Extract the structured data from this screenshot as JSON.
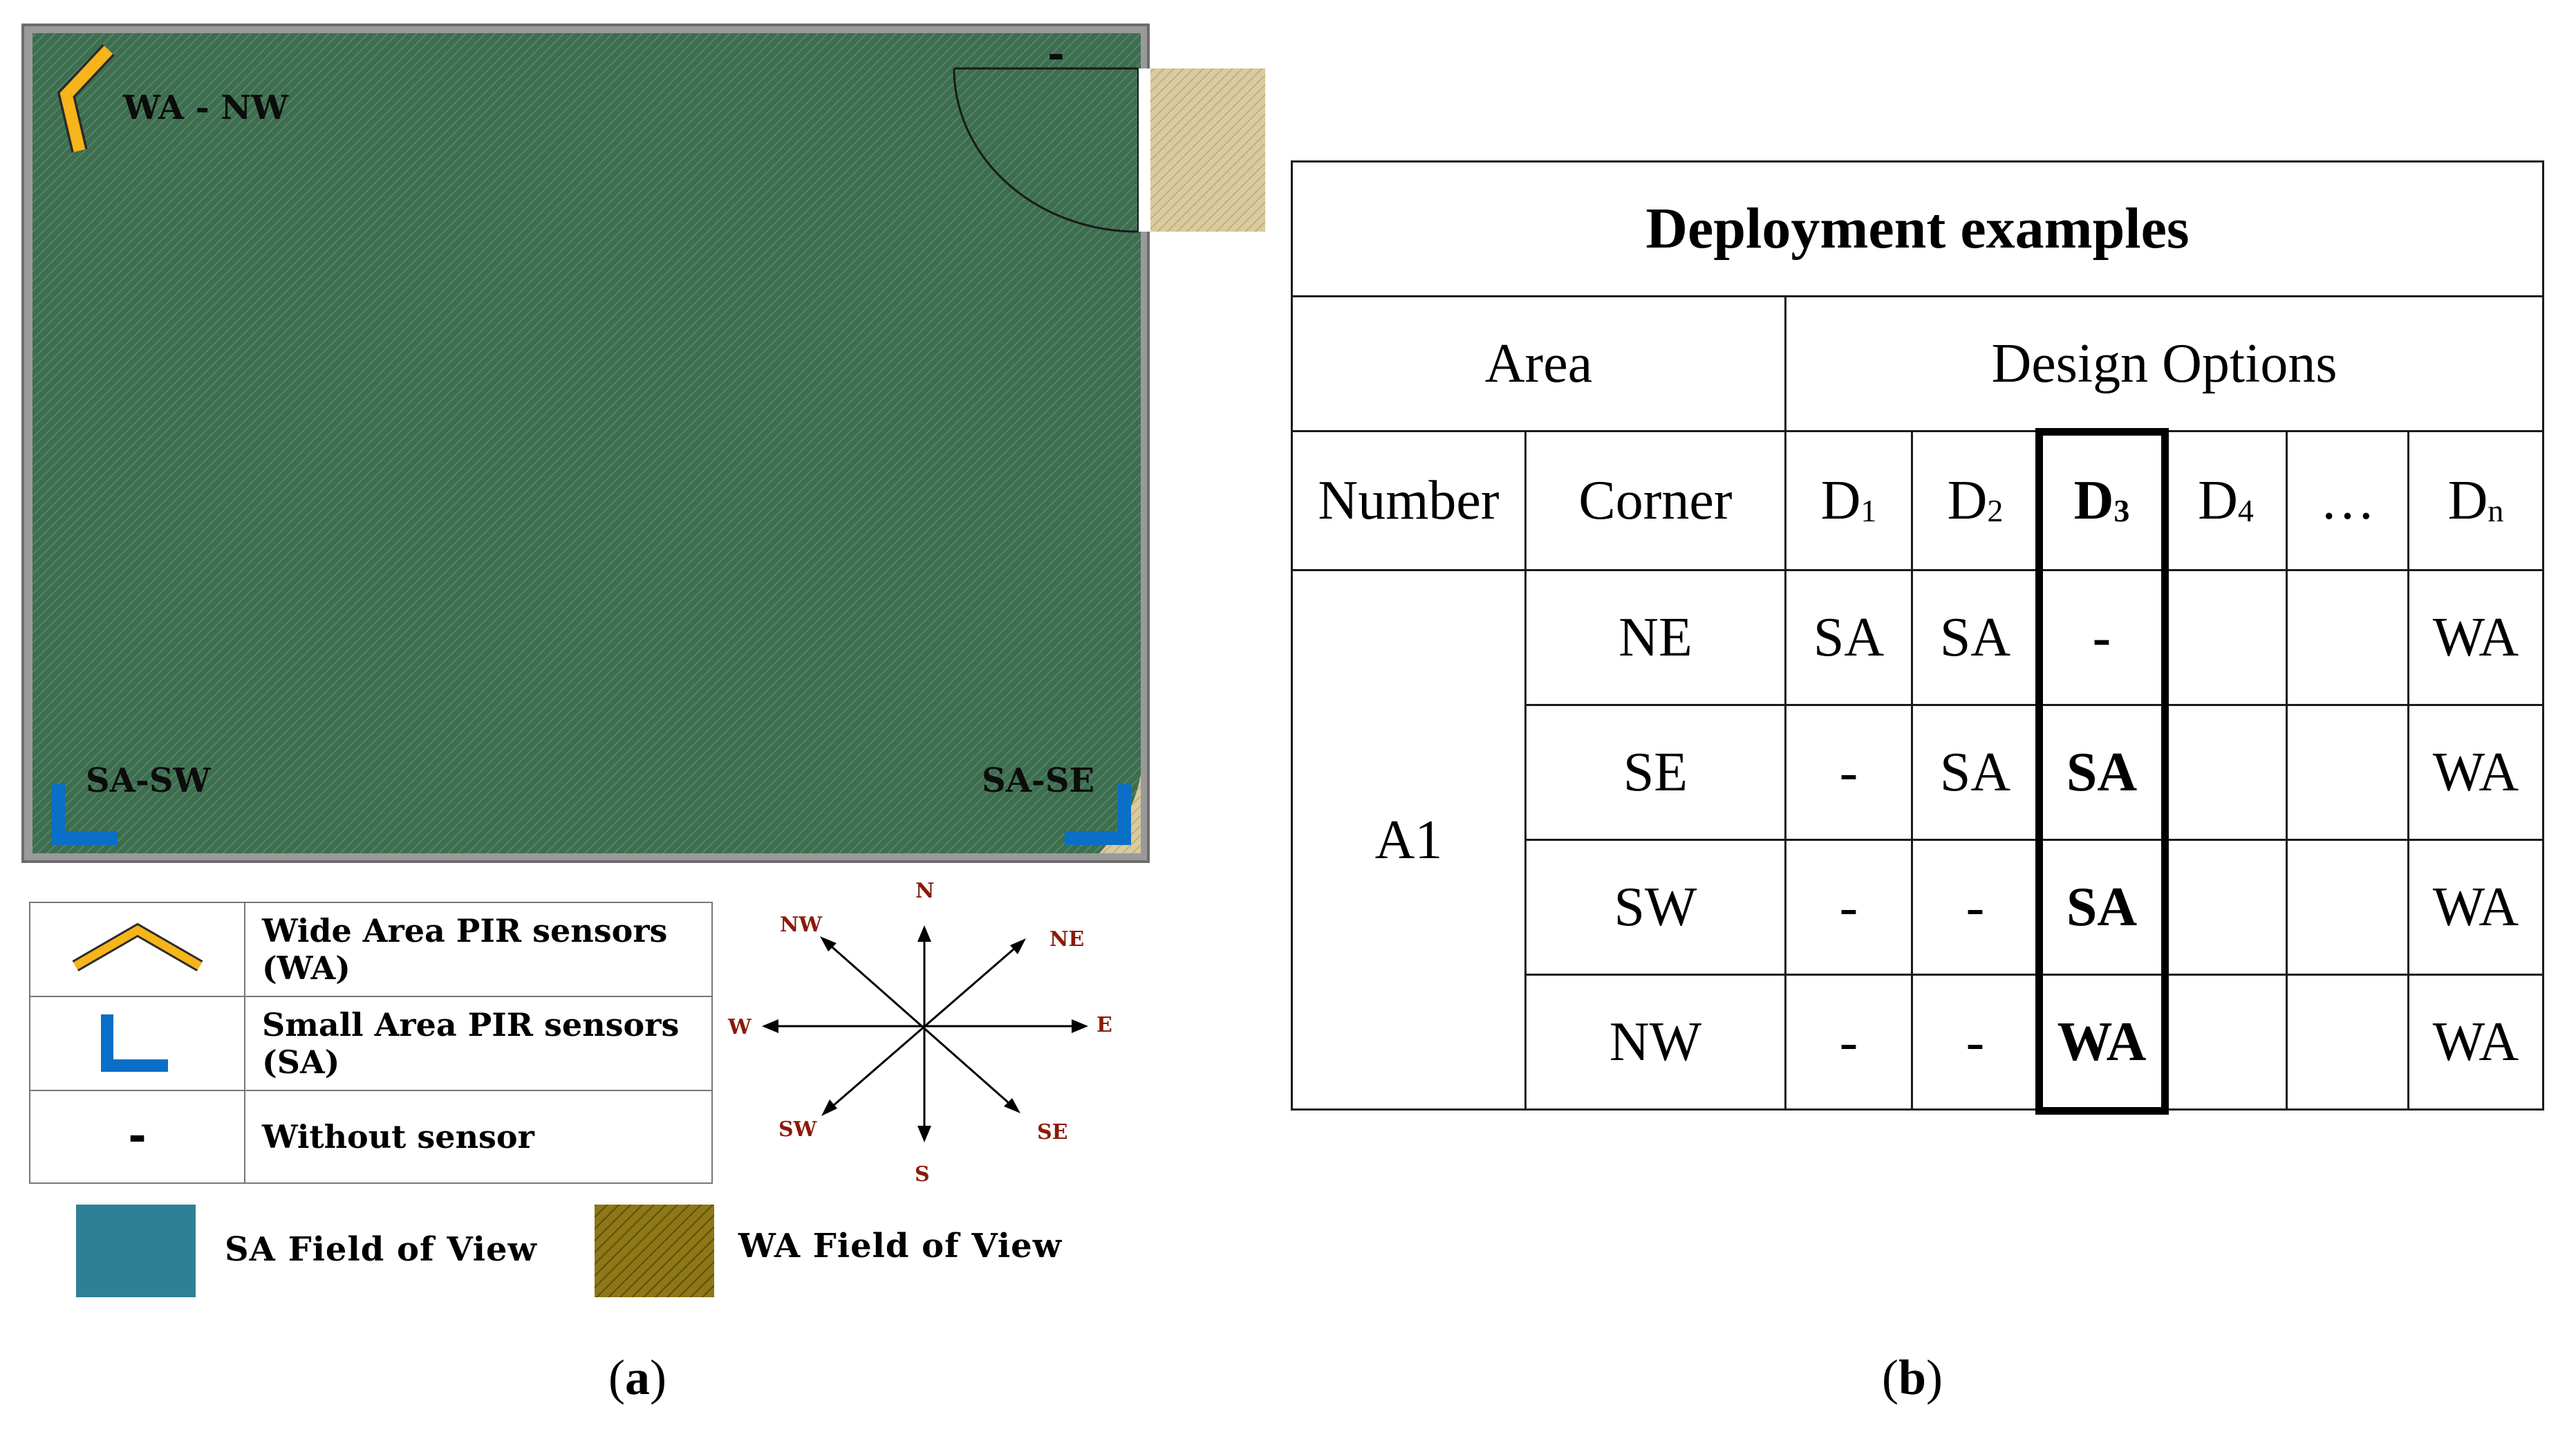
{
  "panel_a": {
    "labels": {
      "wa_nw": "WA - NW",
      "sa_sw": "SA-SW",
      "sa_se": "SA-SE",
      "ne_marker": "-"
    },
    "legend": [
      {
        "icon": "wide-area-sensor-icon",
        "text": "Wide Area PIR sensors (WA)"
      },
      {
        "icon": "small-area-sensor-icon",
        "text": "Small Area PIR sensors (SA)"
      },
      {
        "icon": "dash",
        "symbol": "-",
        "text": "Without sensor"
      }
    ],
    "fov": {
      "sa_label": "SA Field of View",
      "wa_label": "WA Field of View"
    },
    "compass": {
      "n": "N",
      "ne": "NE",
      "e": "E",
      "se": "SE",
      "s": "S",
      "sw": "SW",
      "w": "W",
      "nw": "NW"
    },
    "caption_open": "(",
    "caption_letter": "a",
    "caption_close": ")",
    "colors": {
      "room_fill": "#3f6f52",
      "wa_sensor": "#f5b51b",
      "sa_sensor": "#0a6fc6",
      "sa_fov_swatch": "#2e8096",
      "wa_fov_swatch": "#8a7418",
      "door_overflow": "#cdbc8e",
      "compass_label": "#8b1a0a"
    }
  },
  "panel_b": {
    "title": "Deployment examples",
    "area_header": "Area",
    "design_header": "Design Options",
    "number_header": "Number",
    "corner_header": "Corner",
    "options": [
      {
        "base": "D",
        "sub": "1"
      },
      {
        "base": "D",
        "sub": "2"
      },
      {
        "base": "D",
        "sub": "3"
      },
      {
        "base": "D",
        "sub": "4"
      },
      {
        "base": "…",
        "sub": ""
      },
      {
        "base": "D",
        "sub": "n"
      }
    ],
    "area_number": "A1",
    "rows": [
      {
        "corner": "NE",
        "cells": [
          "SA",
          "SA",
          "-",
          "",
          "",
          "WA"
        ]
      },
      {
        "corner": "SE",
        "cells": [
          "-",
          "SA",
          "SA",
          "",
          "",
          "WA"
        ]
      },
      {
        "corner": "SW",
        "cells": [
          "-",
          "-",
          "SA",
          "",
          "",
          "WA"
        ]
      },
      {
        "corner": "NW",
        "cells": [
          "-",
          "-",
          "WA",
          "",
          "",
          "WA"
        ]
      }
    ],
    "caption_open": "(",
    "caption_letter": "b",
    "caption_close": ")"
  }
}
